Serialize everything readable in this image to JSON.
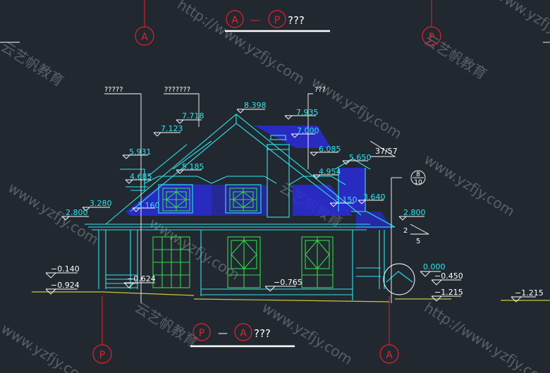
{
  "colors": {
    "background": "#212830",
    "red": "#e8202a",
    "cyan": "#2fe6ea",
    "white": "#ffffff",
    "green": "#33d94a",
    "blue": "#2a2ad8",
    "yellow": "#c8c83a",
    "watermark": "#c9cdd2"
  },
  "title_top": {
    "left_mark": "A",
    "dash": "—",
    "right_mark": "P",
    "suffix": "???"
  },
  "title_bottom": {
    "left_mark": "P",
    "dash": "—",
    "right_mark": "A",
    "suffix": "???"
  },
  "axis_marks": {
    "top_left": "A",
    "top_right": "P",
    "bottom_left": "P",
    "bottom_right": "A"
  },
  "annotations": {
    "label_1": "?????",
    "label_2": "???????",
    "label_3": "???"
  },
  "elevations": {
    "e_8398": "8.398",
    "e_7935": "7.935",
    "e_7718": "7.718",
    "e_7123": "7.123",
    "e_7000": "7.000",
    "e_6085": "6.085",
    "e_5931": "5.931",
    "e_5650": "5.650",
    "e_5185": "5.185",
    "e_4954": "4.954",
    "e_4685": "4.685",
    "e_3640": "3.640",
    "e_3280": "3.280",
    "e_3160": "3.160",
    "e_3150": "3.150",
    "e_2800_left": "2.800",
    "e_2800_right": "2.800",
    "e_0140": "−0.140",
    "e_0924": "−0.924",
    "e_0624": "−0.624",
    "e_0765": "−0.765",
    "e_0000": "0.000",
    "e_0450": "−0.450",
    "e_1215": "−1.215",
    "e_1215_far": "−1.215"
  },
  "slopes": {
    "ratio_top": "37/57",
    "frac_top": "8",
    "frac_bottom": "10",
    "tri_rise": "2",
    "tri_run": "5"
  },
  "watermarks": {
    "url": "www.yzfjy.com",
    "url_long": "http://www.yzfjy.com",
    "brand": "云艺帆教育"
  }
}
